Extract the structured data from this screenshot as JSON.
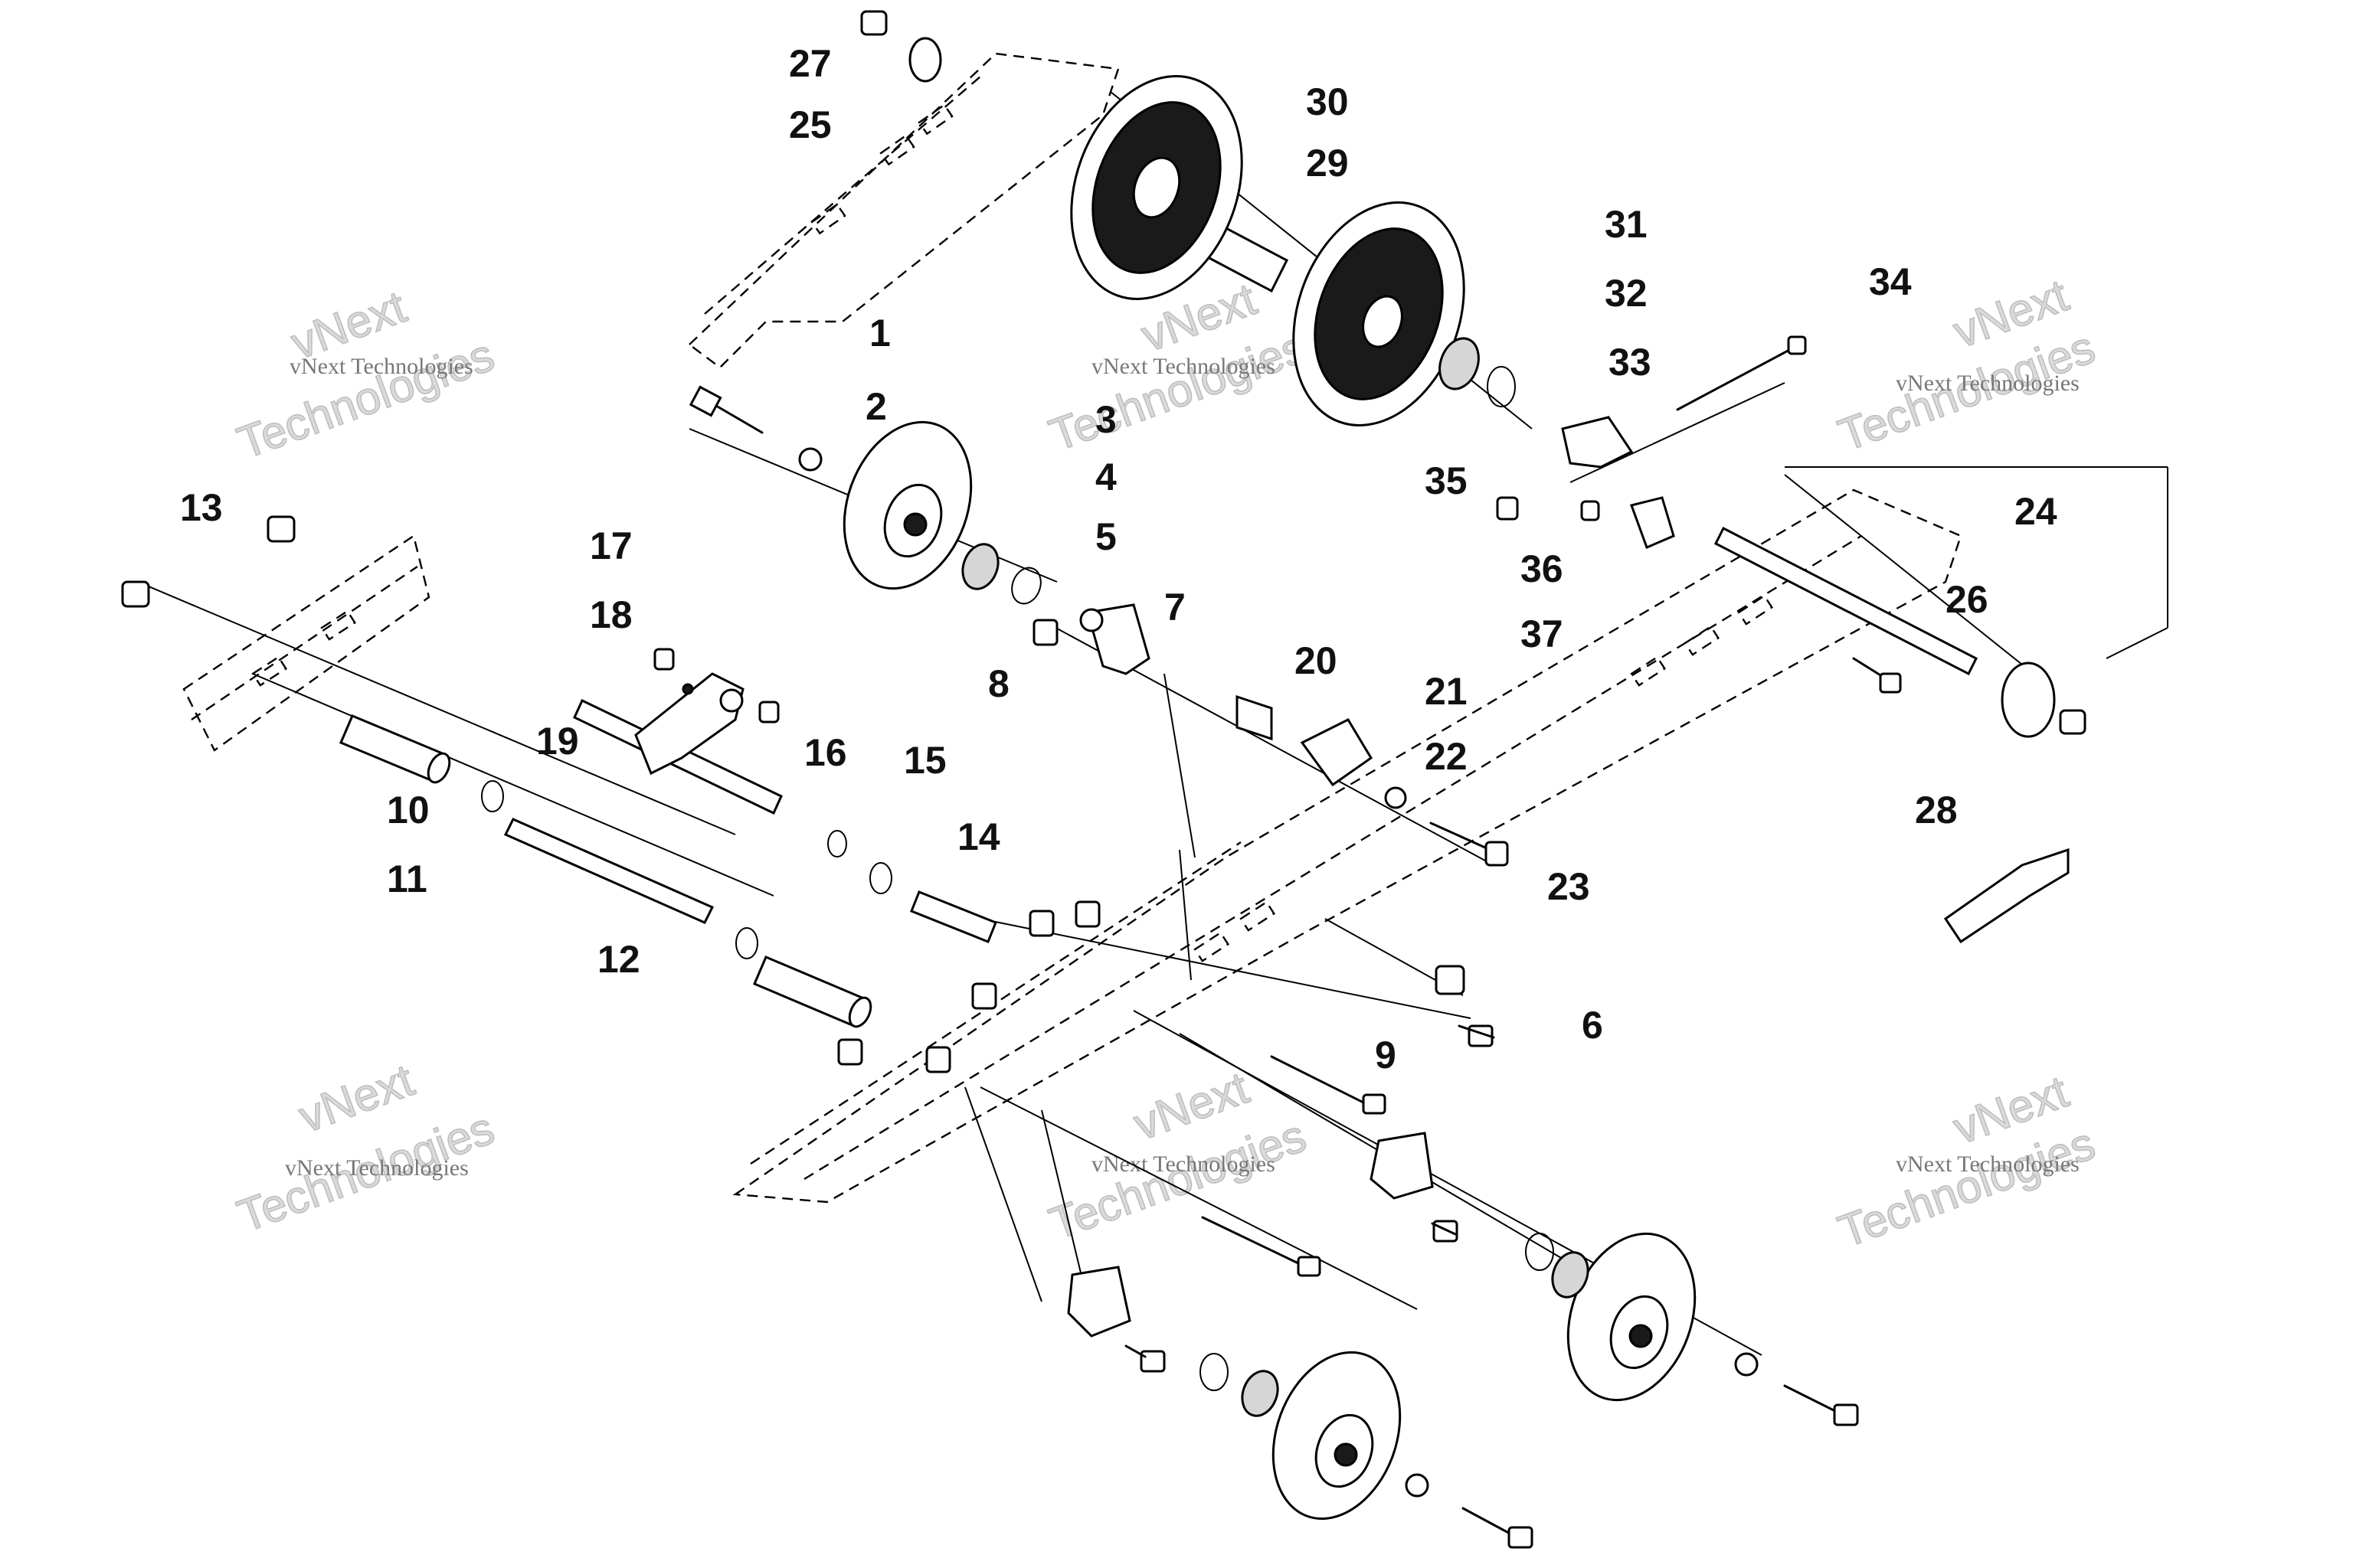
{
  "watermark": {
    "line1": "vNext Technologies",
    "line2_a": "vNext",
    "line2_b": "Technologies"
  },
  "callouts": [
    "1",
    "2",
    "3",
    "4",
    "5",
    "6",
    "7",
    "8",
    "9",
    "10",
    "11",
    "12",
    "13",
    "14",
    "15",
    "16",
    "17",
    "18",
    "19",
    "20",
    "21",
    "22",
    "23",
    "24",
    "25",
    "26",
    "27",
    "28",
    "29",
    "30",
    "31",
    "32",
    "33",
    "34",
    "35",
    "36",
    "37"
  ]
}
